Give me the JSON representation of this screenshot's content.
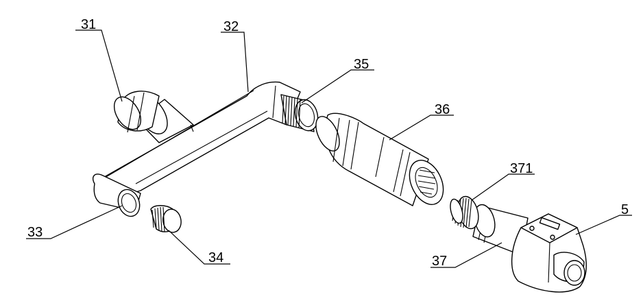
{
  "labels": {
    "l31": "31",
    "l32": "32",
    "l33": "33",
    "l34": "34",
    "l35": "35",
    "l36": "36",
    "l37": "37",
    "l371": "371",
    "l5": "5"
  }
}
